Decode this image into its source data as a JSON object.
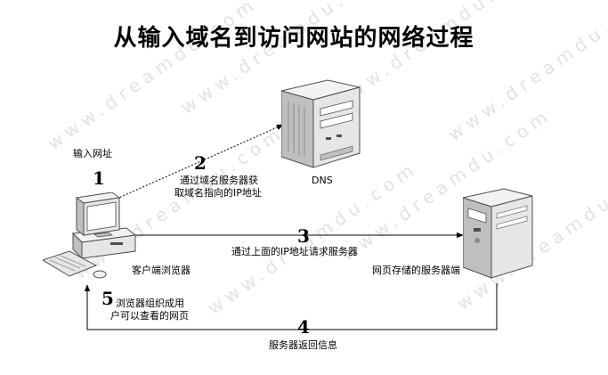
{
  "title": "从输入域名到访问网站的网络过程",
  "watermark_text": "www.dreamdu.com",
  "labels": {
    "input_url": "输入网址",
    "client": "客户端浏览器",
    "dns": "DNS",
    "server": "网页存储的服务器端"
  },
  "steps": {
    "s1": {
      "number": "1"
    },
    "s2": {
      "number": "2",
      "text_line1": "通过域名服务器获",
      "text_line2": "取域名指向的IP地址"
    },
    "s3": {
      "number": "3",
      "text": "通过上面的IP地址请求服务器"
    },
    "s4": {
      "number": "4",
      "text": "服务器返回信息"
    },
    "s5": {
      "number": "5",
      "text_line1": "浏览器组织成用",
      "text_line2": "户可以查看的网页"
    }
  },
  "colors": {
    "line": "#000000",
    "watermark": "#d9d9d9",
    "device_light": "#f2f2f2",
    "device_mid": "#bfbfbf",
    "device_dark": "#4d4d4d",
    "screen": "#e6e6e6"
  },
  "icons": {
    "client": "computer-icon",
    "dns": "server-tower-icon",
    "server": "server-icon"
  }
}
